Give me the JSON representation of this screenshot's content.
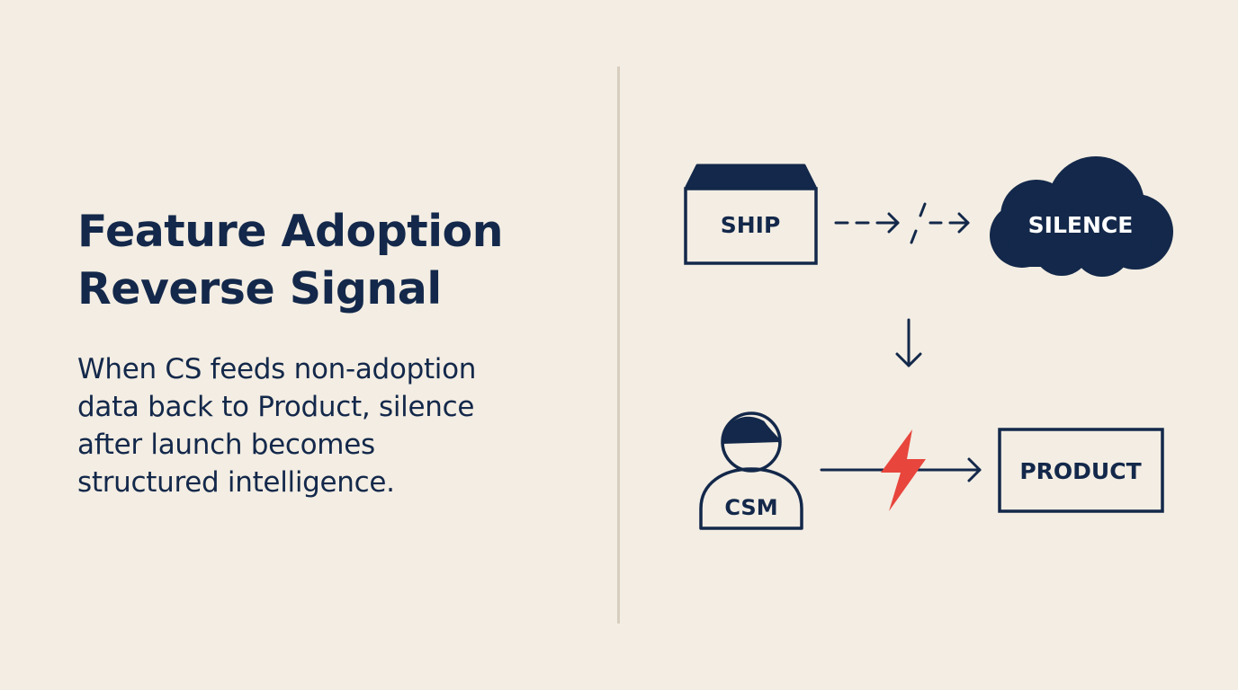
{
  "title_lines": [
    "Feature Adoption",
    "Reverse Signal"
  ],
  "description_lines": [
    "When CS feeds non-adoption",
    "data back to Product, silence",
    "after launch becomes",
    "structured intelligence."
  ],
  "diagram": {
    "ship_label": "SHIP",
    "silence_label": "SILENCE",
    "csm_label": "CSM",
    "product_label": "PRODUCT"
  },
  "colors": {
    "background": "#f3ede3",
    "navy": "#13284a",
    "accent_red": "#e8453c",
    "divider": "#d8cebf"
  },
  "icons": [
    "box-icon",
    "cloud-icon",
    "person-icon",
    "lightning-bolt-icon",
    "arrow-down-icon",
    "arrow-right-icon"
  ]
}
